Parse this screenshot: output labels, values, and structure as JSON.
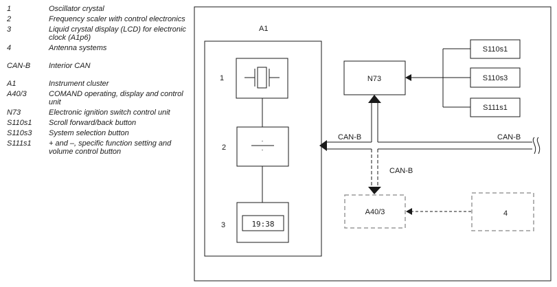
{
  "legend": [
    {
      "key": "1",
      "desc": "Oscillator crystal"
    },
    {
      "key": "2",
      "desc": "Frequency scaler with control electronics"
    },
    {
      "key": "3",
      "desc": "Liquid crystal display (LCD) for electronic clock (A1p6)"
    },
    {
      "key": "4",
      "desc": "Antenna systems"
    },
    {
      "key": "CAN-B",
      "desc": "Interior CAN"
    },
    {
      "key": "A1",
      "desc": "Instrument cluster"
    },
    {
      "key": "A40/3",
      "desc": "COMAND operating, display and control unit"
    },
    {
      "key": "N73",
      "desc": "Electronic ignition switch control unit"
    },
    {
      "key": "S110s1",
      "desc": "Scroll forward/back button"
    },
    {
      "key": "S110s3",
      "desc": "System selection button"
    },
    {
      "key": "S111s1",
      "desc": "+ and –, specific function setting and volume control button"
    }
  ],
  "diagram": {
    "a1_label": "A1",
    "num1": "1",
    "num2": "2",
    "num3": "3",
    "clock_time": "19:38",
    "n73": "N73",
    "s110s1": "S110s1",
    "s110s3": "S110s3",
    "s111s1": "S111s1",
    "canb_left": "CAN-B",
    "canb_right": "CAN-B",
    "canb_down": "CAN-B",
    "a40": "A40/3",
    "num4": "4"
  }
}
